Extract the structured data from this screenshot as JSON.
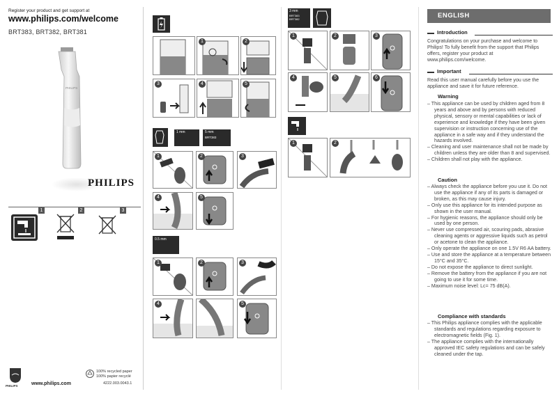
{
  "left": {
    "register_text": "Register your product and get support at",
    "register_url": "www.philips.com/welcome",
    "models": "BRT383, BRT382, BRT381",
    "device_brand": "PHILIPS",
    "brand": "PHILIPS",
    "symbol_numbers": [
      "1",
      "2",
      "3"
    ],
    "bottom_url": "www.philips.com",
    "recycled_line1": "100% recycled paper",
    "recycled_line2": "100% papier recyclé",
    "doc_number": "4222.003.0043.1"
  },
  "figures": {
    "group1_icon": "battery-icon",
    "group1_nums": [
      "1",
      "2",
      "3",
      "4",
      "5"
    ],
    "group2_tabs": [
      "1 mm",
      "5 mm",
      "BRT383"
    ],
    "group2_nums": [
      "1",
      "2",
      "3",
      "4",
      "5"
    ],
    "group3_tab": "0.5 mm",
    "group3_nums": [
      "1",
      "2",
      "3",
      "4",
      "5"
    ],
    "group4_tab_line1": "3 mm",
    "group4_tab_line2": "BRT383",
    "group4_tab_line3": "BRT382",
    "group4_nums": [
      "1",
      "2",
      "3",
      "4",
      "5",
      "6"
    ],
    "group5_icon": "tap-icon",
    "group5_nums": [
      "1",
      "2"
    ],
    "button_icon": "power-icon"
  },
  "right": {
    "language": "ENGLISH",
    "intro_title": "Introduction",
    "intro_text": "Congratulations on your purchase and welcome to Philips! To fully benefit from the support that Philips offers, register your product at www.philips.com/welcome.",
    "important_title": "Important",
    "important_text": "Read this user manual carefully before you use the appliance and save it for future reference.",
    "warning_title": "Warning",
    "warning_items": [
      "This appliance can be used by children aged from 8 years and above and by persons with reduced physical, sensory or mental capabilities or lack of experience and knowledge if they have been given supervision or instruction concerning use of the appliance in a safe way and if they understand the hazards involved.",
      "Cleaning and user maintenance shall not be made by children unless they are older than 8 and supervised.",
      "Children shall not play with the appliance."
    ],
    "caution_title": "Caution",
    "caution_items": [
      "Always check the appliance before you use it. Do not use the appliance if any of its parts is damaged or broken, as this may cause injury.",
      "Only use this appliance for its intended purpose as shown in the user manual.",
      "For hygienic reasons, the appliance should only be used by one person.",
      "Never use compressed air, scouring pads, abrasive cleaning agents or aggressive liquids such as petrol or acetone to clean the appliance.",
      "Only operate the appliance on one 1.5V R6 AA battery.",
      "Use and store the appliance at a temperature between 15°C and 35°C.",
      "Do not expose the appliance to direct sunlight.",
      "Remove the battery from the appliance if you are not going to use it for some time.",
      "Maximum noise level: Lc= 75 dB(A)."
    ],
    "compliance_title": "Compliance with standards",
    "compliance_items": [
      "This Philips appliance complies with the applicable standards and regulations regarding exposure to electromagnetic fields (Fig. 1).",
      "The appliance complies with the internationally approved IEC safety regulations and can be safely cleaned under the tap."
    ]
  },
  "colors": {
    "header_bar": "#6d6d6d",
    "dark": "#2a2a2a",
    "device_body": "#e8e8e8",
    "device_head": "#777777"
  }
}
